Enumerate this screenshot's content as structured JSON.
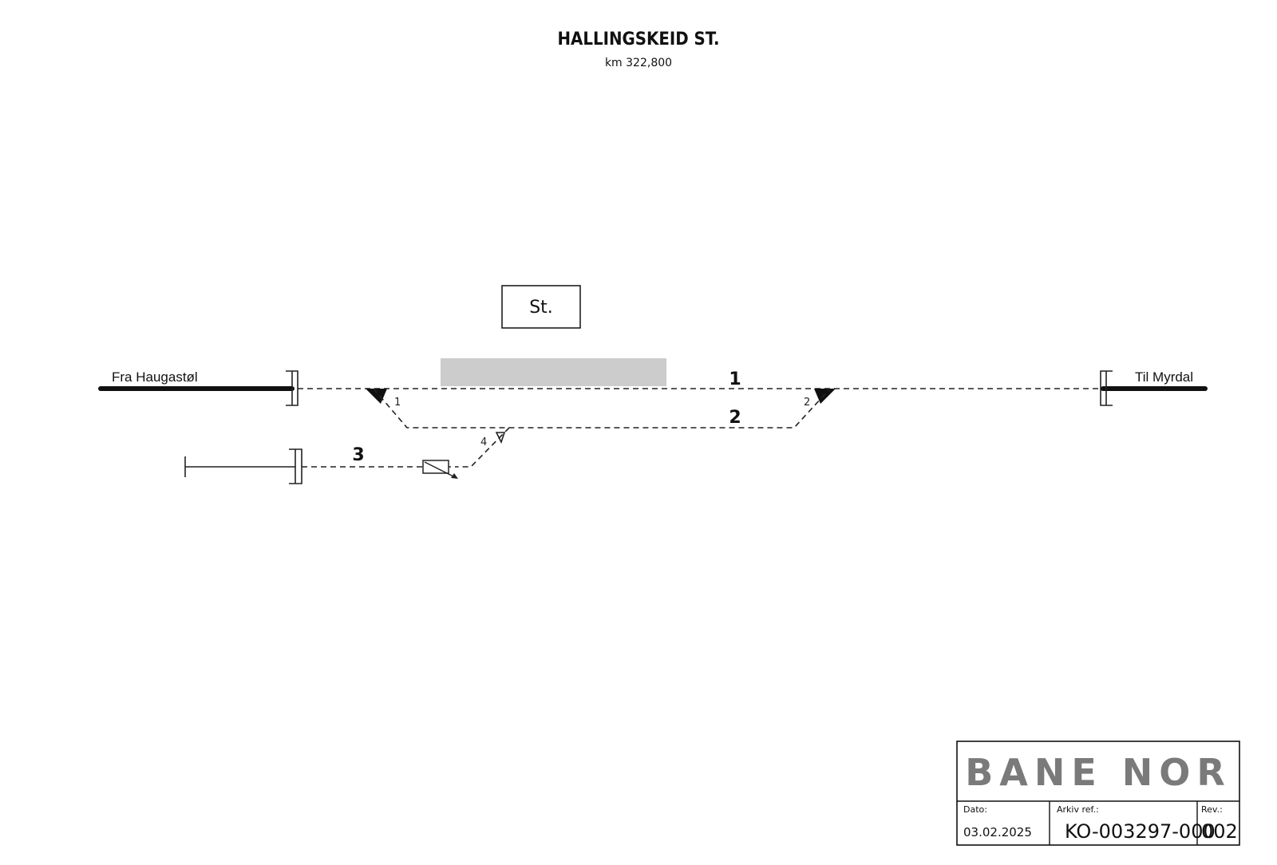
{
  "header": {
    "title": "HALLINGSKEID ST.",
    "km": "km 322,800"
  },
  "station_box": {
    "label": "St."
  },
  "endpoints": {
    "left": "Fra Haugastøl",
    "right": "Til Myrdal"
  },
  "tracks": [
    {
      "number": "1"
    },
    {
      "number": "2"
    },
    {
      "number": "3"
    }
  ],
  "switches": [
    {
      "number": "1"
    },
    {
      "number": "2"
    },
    {
      "number": "4"
    }
  ],
  "title_block": {
    "logo": "BANE NOR",
    "date_label": "Dato:",
    "date_value": "03.02.2025",
    "archive_label": "Arkiv ref.:",
    "archive_value": "KO-003297-000",
    "rev_label": "Rev.:",
    "rev_value": "002"
  },
  "colors": {
    "platform": "#cccccc",
    "lines": "#222222",
    "logo": "#7a7a7a"
  }
}
